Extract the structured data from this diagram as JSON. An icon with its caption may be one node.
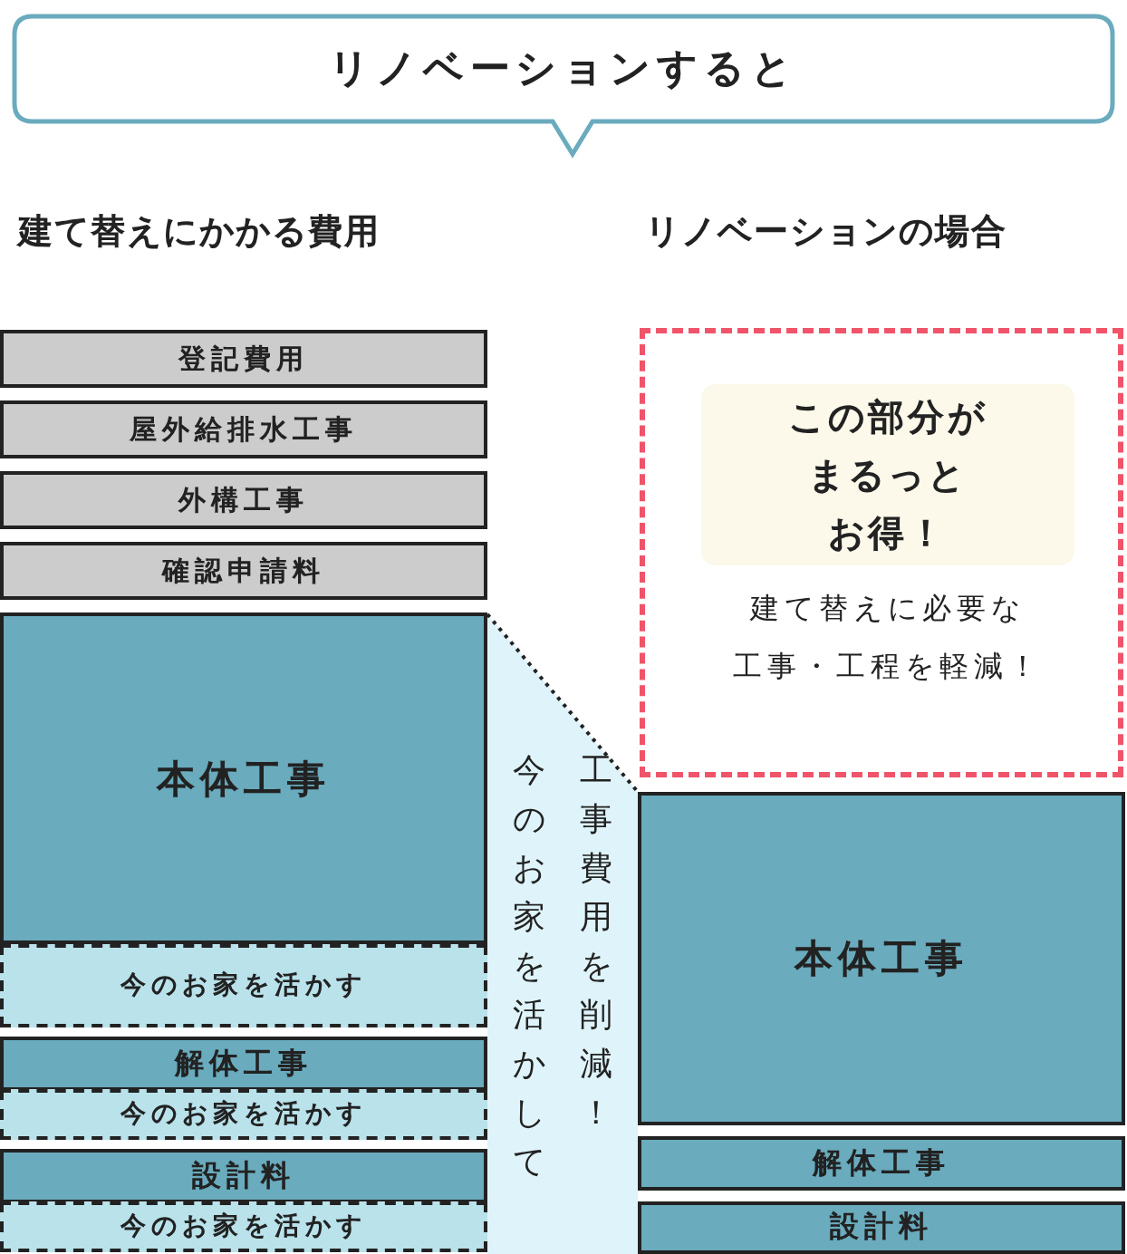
{
  "diagram": {
    "title": "リノベーションすると",
    "nodes": [
      {
        "text": [
          "登記費用"
        ]
      },
      {
        "text": [
          "屋外給排水工事"
        ]
      },
      {
        "text": [
          "外構工事"
        ]
      },
      {
        "text": [
          "確認申請料"
        ]
      },
      {
        "text": [
          "本体工事"
        ]
      },
      {
        "text": [
          "今のお家を活かす"
        ]
      },
      {
        "text": [
          "解体工事"
        ]
      },
      {
        "text": [
          "今のお家を活かす"
        ]
      },
      {
        "text": [
          "設計料"
        ]
      },
      {
        "text": [
          "今のお家を活かす"
        ]
      },
      {
        "text": [
          "建て替えに必要な工事・工程を軽減！"
        ]
      },
      {
        "text": [
          "この部分がまるっとお得！"
        ],
        "in": 10
      },
      {
        "text": [
          "今のお家を活かして工事費用を削減！"
        ]
      },
      {
        "text": [
          "本体工事"
        ]
      },
      {
        "text": [
          "解体工事"
        ]
      },
      {
        "text": [
          "設計料"
        ]
      }
    ],
    "edges": [],
    "labels": [
      "建て替えにかかる費用",
      "リノベーションの場合"
    ]
  }
}
